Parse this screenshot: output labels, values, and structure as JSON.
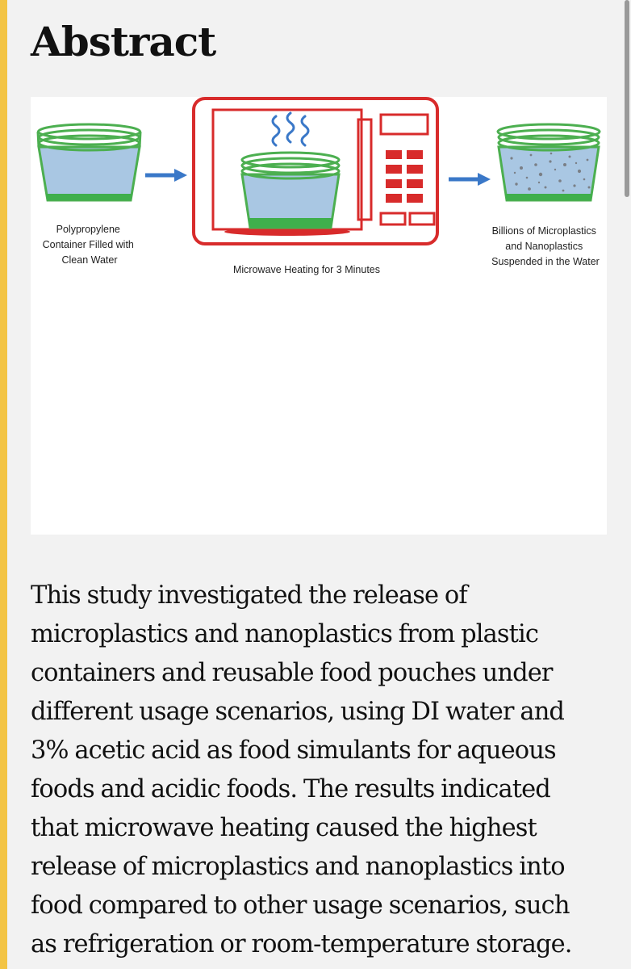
{
  "page": {
    "accent_color": "#f3c444"
  },
  "section": {
    "heading": "Abstract"
  },
  "figure": {
    "step1_caption": [
      "Polypropylene",
      "Container Filled with",
      "Clean Water"
    ],
    "step2_caption": "Microwave Heating for 3 Minutes",
    "step3_caption": [
      "Billions of Microplastics",
      "and Nanoplastics",
      "Suspended in the Water"
    ],
    "colors": {
      "container_rim": "#4caf50",
      "water": "#a9c7e3",
      "microwave": "#d82b2b",
      "arrow": "#3a78c8",
      "particles": "#7a7f86"
    },
    "icons": [
      "container-icon",
      "arrow-right-icon",
      "microwave-icon",
      "steam-icon",
      "particles-icon"
    ]
  },
  "abstract": {
    "lines": [
      "This study investigated the release of",
      "microplastics and nanoplastics from plastic",
      "containers and reusable food pouches under",
      "different usage scenarios, using DI water and",
      "3% acetic acid as food simulants for aqueous",
      "foods and acidic foods. The results indicated",
      "that microwave heating caused the highest",
      "release of microplastics and nanoplastics into",
      "food compared to other usage scenarios, such",
      "as refrigeration or room-temperature storage."
    ]
  }
}
